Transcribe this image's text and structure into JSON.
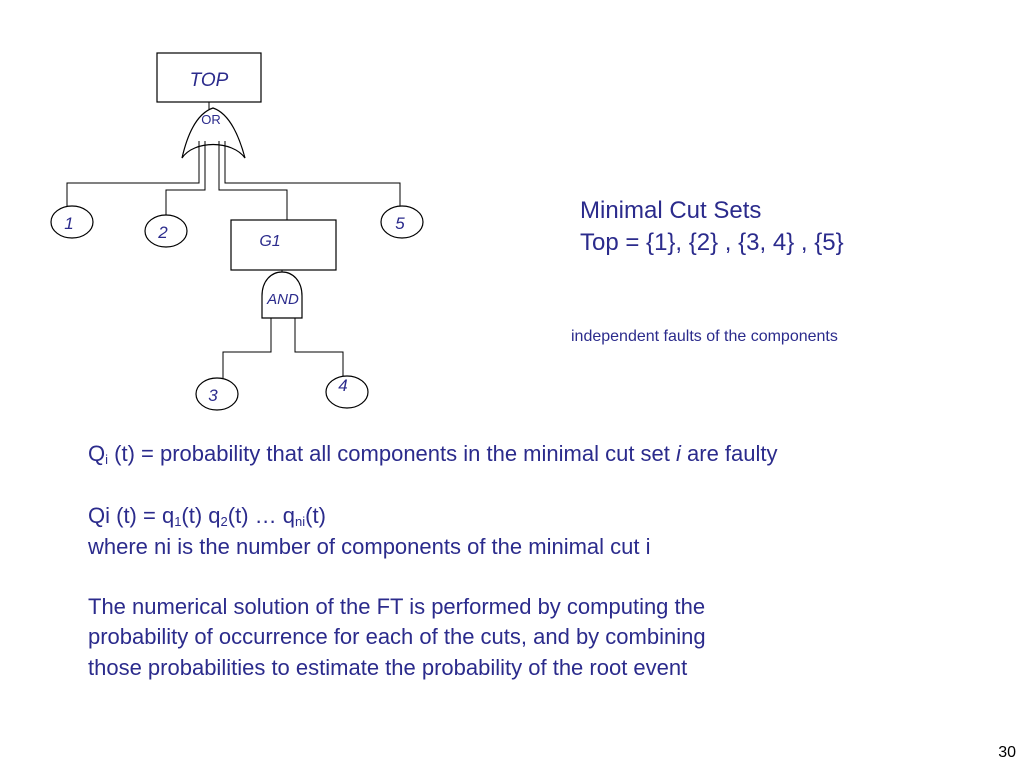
{
  "fault_tree": {
    "top_label": "TOP",
    "or_label": "OR",
    "g1_label": "G1",
    "and_label": "AND",
    "event_1": "1",
    "event_2": "2",
    "event_3": "3",
    "event_4": "4",
    "event_5": "5"
  },
  "cut_sets": {
    "title": "Minimal Cut Sets",
    "top_line": "Top = {1}, {2} , {3, 4} , {5}",
    "note": "independent faults of the components"
  },
  "formulas": {
    "qi_def": {
      "Q": "Q",
      "sub_i": "i",
      "rest": " (t) = probability that all components in the minimal cut set ",
      "i_ital": "i",
      "tail": " are faulty"
    },
    "qi_product": {
      "p1": "Qi (t) = q",
      "s1": "1",
      "p2": "(t) q",
      "s2": "2",
      "p3": "(t) … q",
      "s3": "ni",
      "p4": "(t)"
    },
    "where_line": "where ni is the number of components of the minimal cut i"
  },
  "paragraph": {
    "line1": "The numerical solution of the FT is performed by computing the",
    "line2": "probability of occurrence for each of the cuts, and by combining",
    "line3": "those probabilities to estimate the probability of the root event"
  },
  "page_number": "30"
}
